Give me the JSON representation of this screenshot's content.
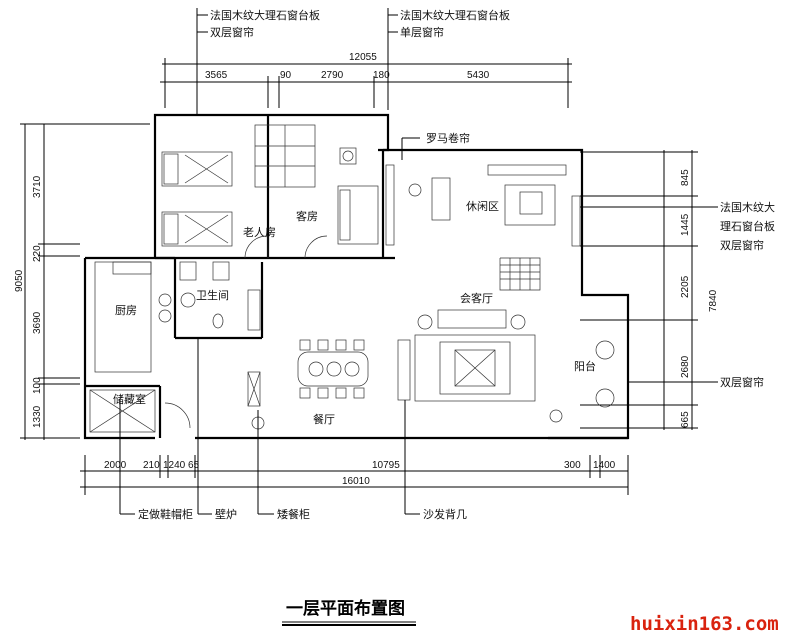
{
  "top_callouts": [
    {
      "line1": "法国木纹大理石窗台板",
      "line2": "双层窗帘"
    },
    {
      "line1": "法国木纹大理石窗台板",
      "line2": "单层窗帘"
    }
  ],
  "top_dims": {
    "total": "12055",
    "segments": [
      "3565",
      "90",
      "2790",
      "180",
      "5430"
    ]
  },
  "left_dims": [
    "3710",
    "220",
    "3690",
    "100",
    "1330"
  ],
  "left_total": "9050",
  "right_dims": [
    "845",
    "1445",
    "2205",
    "2680",
    "665"
  ],
  "right_total": "7840",
  "rooms": {
    "elder_room": "老人房",
    "guest_room": "客房",
    "lounge": "休闲区",
    "bathroom": "卫生间",
    "kitchen": "厨房",
    "living_room": "会客厅",
    "balcony": "阳台",
    "dining": "餐厅",
    "storage": "储藏室"
  },
  "right_callouts": {
    "roman_blind": "罗马卷帘",
    "marble_sill_l1": "法国木纹大",
    "marble_sill_l2": "理石窗台板",
    "double_curtain_a": "双层窗帘",
    "double_curtain_b": "双层窗帘"
  },
  "bottom_dims": {
    "segments": [
      "2000",
      "210",
      "1240",
      "65",
      "10795",
      "300",
      "1400"
    ],
    "total": "16010"
  },
  "bottom_labels": [
    "定做鞋帽柜",
    "壁炉",
    "矮餐柜",
    "沙发背几"
  ],
  "title": "一层平面布置图",
  "watermark": "huixin163.com"
}
